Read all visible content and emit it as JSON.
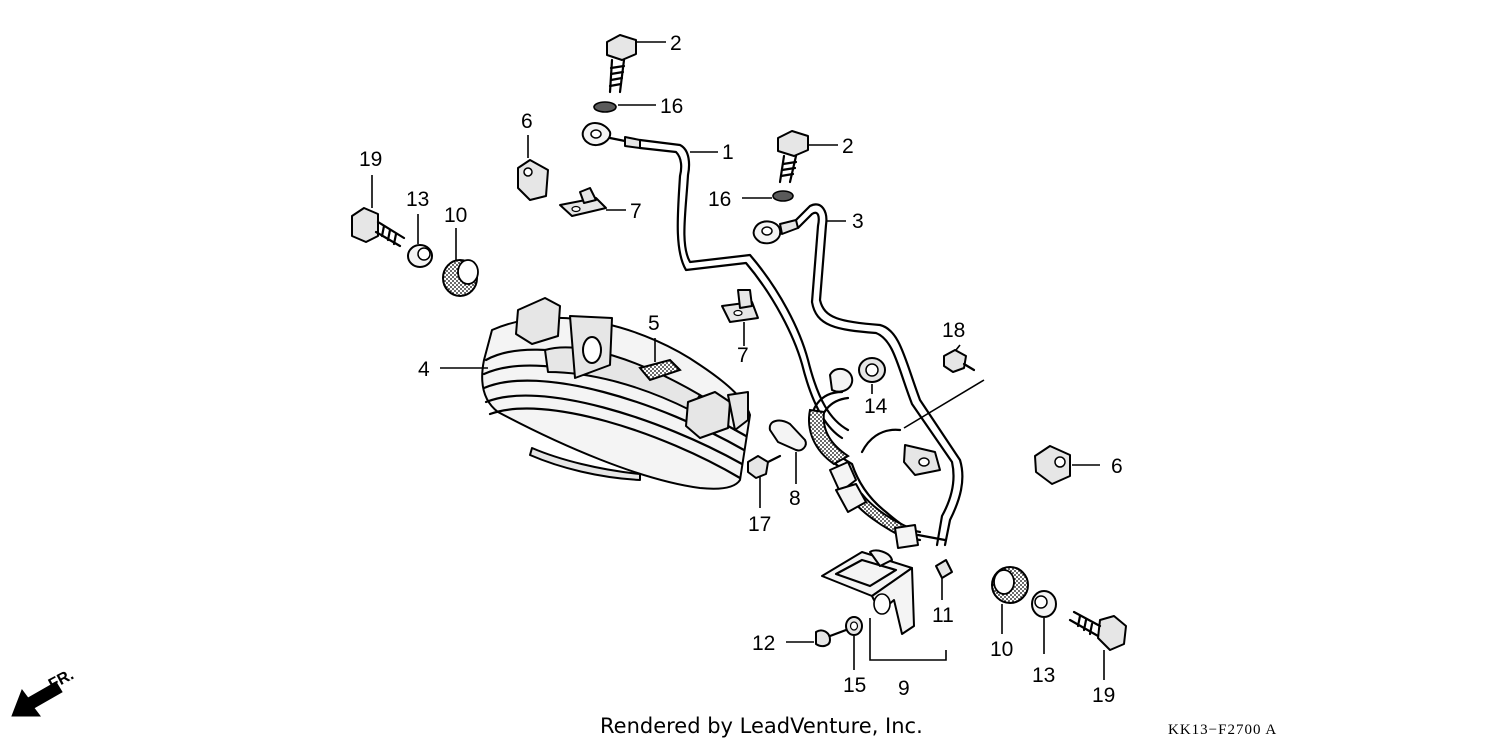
{
  "diagram": {
    "callouts": {
      "c1": "1",
      "c2a": "2",
      "c2b": "2",
      "c3": "3",
      "c4": "4",
      "c5": "5",
      "c6a": "6",
      "c6b": "6",
      "c7a": "7",
      "c7b": "7",
      "c8": "8",
      "c9": "9",
      "c10a": "10",
      "c10b": "10",
      "c11": "11",
      "c12": "12",
      "c13a": "13",
      "c13b": "13",
      "c14": "14",
      "c15": "15",
      "c16a": "16",
      "c16b": "16",
      "c17": "17",
      "c18": "18",
      "c19a": "19",
      "c19b": "19"
    },
    "direction_label": "FR."
  },
  "footer": {
    "credit": "Rendered by LeadVenture, Inc.",
    "code": "KK13−F2700 A"
  }
}
